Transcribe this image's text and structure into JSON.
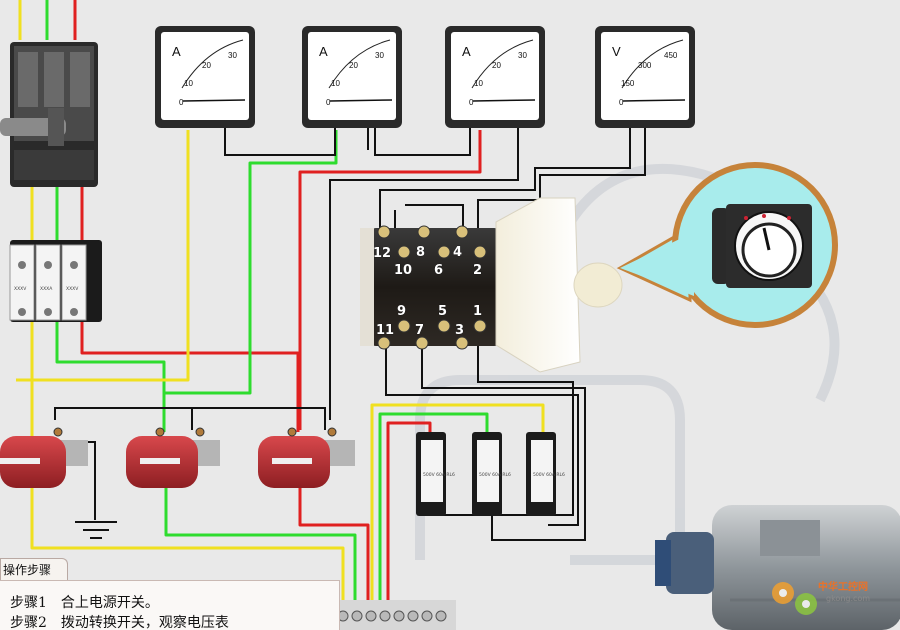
{
  "ammeters": [
    {
      "unit": "A",
      "ticks": [
        "0",
        "10",
        "20",
        "30"
      ]
    },
    {
      "unit": "A",
      "ticks": [
        "0",
        "10",
        "20",
        "30"
      ]
    },
    {
      "unit": "A",
      "ticks": [
        "0",
        "10",
        "20",
        "30"
      ]
    }
  ],
  "voltmeter": {
    "unit": "V",
    "ticks": [
      "0",
      "150",
      "300",
      "450"
    ]
  },
  "selector_switch": {
    "terminals": [
      "12",
      "8",
      "4",
      "10",
      "6",
      "2",
      "9",
      "5",
      "1",
      "11",
      "7",
      "3"
    ]
  },
  "fuse_block_top": {
    "labels": [
      "XXXV",
      "XXXA",
      "XXXV"
    ]
  },
  "fuse_block_right": {
    "labels": [
      "500V 60A RL6",
      "500V 60A RL6",
      "500V 60A RL6"
    ]
  },
  "steps_panel": {
    "tab_label": "操作步骤",
    "steps": [
      "步骤1　合上电源开关。",
      "步骤2　拨动转换开关，观察电压表"
    ]
  },
  "watermark": {
    "site": "中华工控网",
    "url": "gkong.com"
  },
  "colors": {
    "wire_yellow": "#f0e020",
    "wire_green": "#2edc2e",
    "wire_red": "#e02020",
    "wire_black": "#111111",
    "ct_red": "#c0343a",
    "callout_border": "#c6833a",
    "callout_fill": "#a8ecec"
  }
}
